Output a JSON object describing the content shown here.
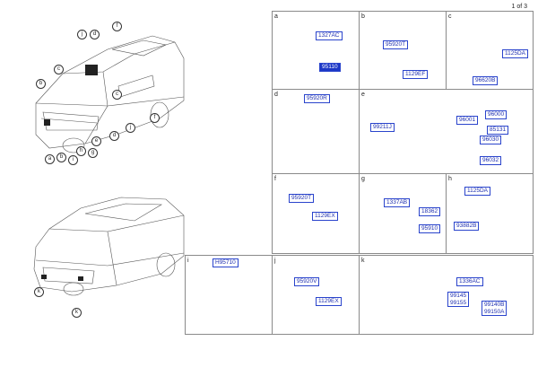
{
  "page": {
    "indicator": "1 of 3"
  },
  "car_callouts": {
    "front": [
      "f",
      "j",
      "d",
      "c",
      "b",
      "a",
      "b",
      "h",
      "g",
      "e",
      "c",
      "d",
      "j",
      "f",
      "i"
    ],
    "rear": [
      "k",
      "k"
    ]
  },
  "cells": [
    {
      "id": "a",
      "letter": "a",
      "parts": [
        "1327AC",
        "95110"
      ],
      "selected": "95110"
    },
    {
      "id": "b",
      "letter": "b",
      "parts": [
        "95920T",
        "1129EF"
      ]
    },
    {
      "id": "c",
      "letter": "c",
      "parts": [
        "1125DA",
        "96620B"
      ]
    },
    {
      "id": "d",
      "letter": "d",
      "parts": [
        "95920R"
      ]
    },
    {
      "id": "e",
      "letter": "e",
      "parts": [
        "99211J",
        "96001",
        "96000",
        "85131",
        "96030",
        "96032"
      ]
    },
    {
      "id": "f",
      "letter": "f",
      "parts": [
        "95920T",
        "1129EX"
      ]
    },
    {
      "id": "g",
      "letter": "g",
      "parts": [
        "1337AB",
        "18362",
        "95910"
      ]
    },
    {
      "id": "h",
      "letter": "h",
      "parts": [
        "1125DA",
        "93882B"
      ]
    },
    {
      "id": "i",
      "letter": "i",
      "parts": [
        "H95710"
      ]
    },
    {
      "id": "j",
      "letter": "j",
      "parts": [
        "95920V",
        "1129EX"
      ]
    },
    {
      "id": "k",
      "letter": "k",
      "parts": [
        "1336AC",
        "99145\n99155",
        "99140B\n99150A"
      ]
    }
  ]
}
